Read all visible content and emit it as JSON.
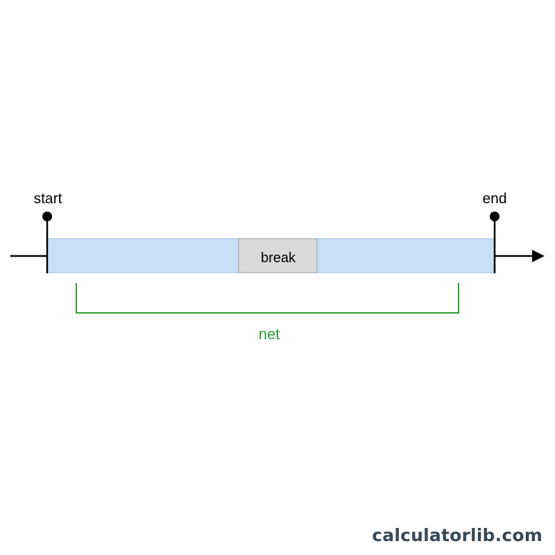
{
  "labels": {
    "start": "start",
    "end": "end",
    "break": "break",
    "net": "net"
  },
  "watermark": "calculatorlib.com",
  "colors": {
    "interval_fill": "#c9dff5",
    "interval_stroke": "#9cc0e6",
    "break_fill": "#dadada",
    "break_stroke": "#9e9e9e",
    "net_color": "#2e9a33",
    "axis_color": "#000000",
    "watermark_color": "#3a4856"
  }
}
